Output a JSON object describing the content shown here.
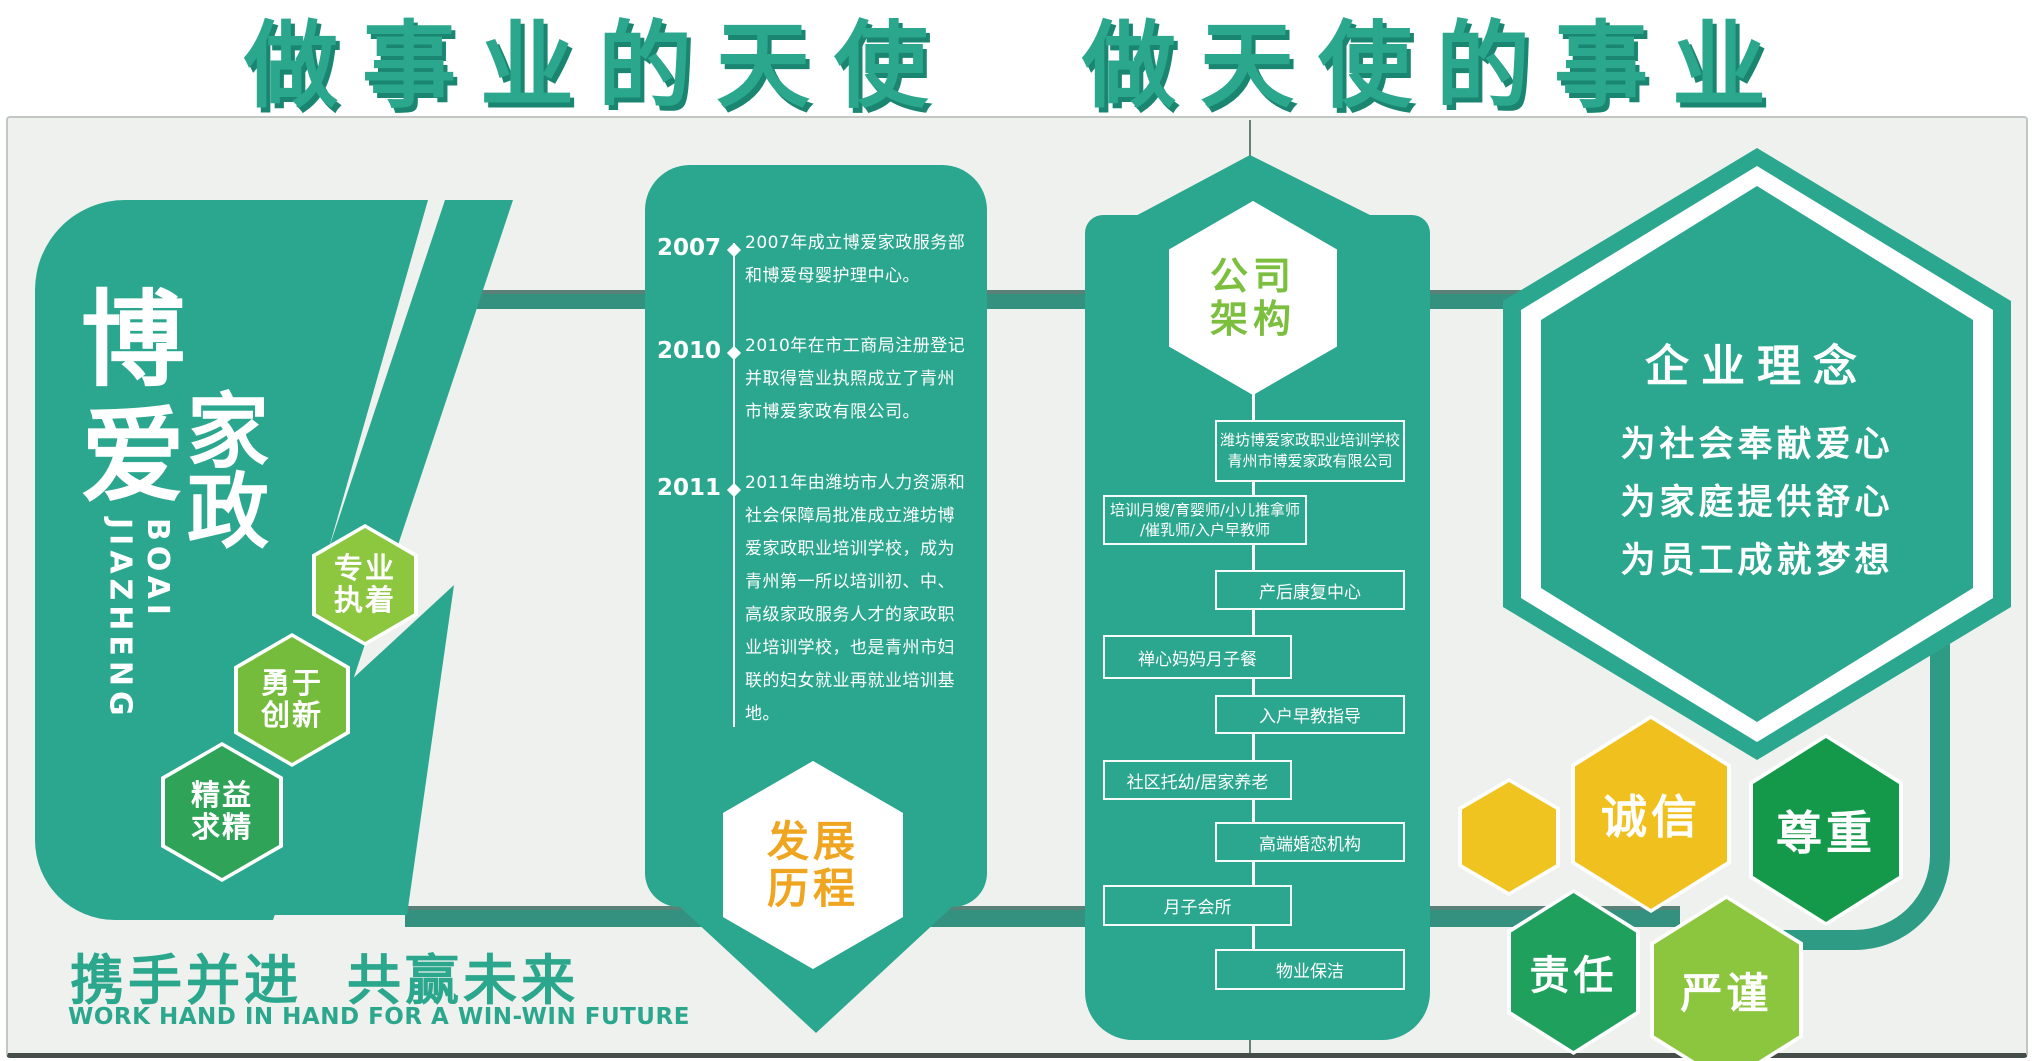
{
  "poster": {
    "title_part1": "做事业的天使",
    "title_part2": "做天使的事业"
  },
  "brand_panel": {
    "char1": "博",
    "char2": "爱",
    "char3": "家",
    "char4": "政",
    "latin_line1": "BOAI",
    "latin_line2": "JIAZHENG",
    "hexagons": [
      {
        "line1": "专业",
        "line2": "执着",
        "color": "#8DC63F"
      },
      {
        "line1": "勇于",
        "line2": "创新",
        "color": "#76BC3C"
      },
      {
        "line1": "精益",
        "line2": "求精",
        "color": "#2FA357"
      }
    ],
    "slogan_cn_part1": "携手并进",
    "slogan_cn_part2": "共赢未来",
    "slogan_en": "WORK HAND IN HAND FOR A WIN-WIN FUTURE"
  },
  "timeline_panel": {
    "badge_line1": "发展",
    "badge_line2": "历程",
    "items": [
      {
        "year": "2007",
        "text": "2007年成立博爱家政服务部\n和博爱母婴护理中心。"
      },
      {
        "year": "2010",
        "text": "2010年在市工商局注册登记\n并取得营业执照成立了青州\n市博爱家政有限公司。"
      },
      {
        "year": "2011",
        "text": "2011年由潍坊市人力资源和\n社会保障局批准成立潍坊博\n爱家政职业培训学校，成为\n青州第一所以培训初、中、\n高级家政服务人才的家政职\n业培训学校，也是青州市妇\n联的妇女就业再就业培训基\n地。"
      }
    ]
  },
  "org_panel": {
    "badge_line1": "公司",
    "badge_line2": "架构",
    "nodes": [
      {
        "text": "潍坊博爱家政职业培训学校\n青州市博爱家政有限公司"
      },
      {
        "text": "培训月嫂/育婴师/小儿推拿师\n/催乳师/入户早教师"
      },
      {
        "text": "产后康复中心"
      },
      {
        "text": "禅心妈妈月子餐"
      },
      {
        "text": "入户早教指导"
      },
      {
        "text": "社区托幼/居家养老"
      },
      {
        "text": "高端婚恋机构"
      },
      {
        "text": "月子会所"
      },
      {
        "text": "物业保洁"
      }
    ]
  },
  "philosophy_panel": {
    "title": "企业理念",
    "line1": "为社会奉献爱心",
    "line2": "为家庭提供舒心",
    "line3": "为员工成就梦想"
  },
  "value_badges": {
    "badge1": "诚信",
    "badge2": "尊重",
    "badge3": "责任",
    "badge4": "严谨"
  },
  "colors": {
    "teal": "#2BA78F",
    "teal_shadow": "#1A8570",
    "band_teal": "#35917F",
    "yellow": "#F0C11E",
    "green_dark": "#14994B",
    "green_mid": "#1FA05C",
    "green_light": "#8CC63F",
    "badge_text_orange": "#EFA51F",
    "badge_text_green": "#7CBF3F"
  }
}
